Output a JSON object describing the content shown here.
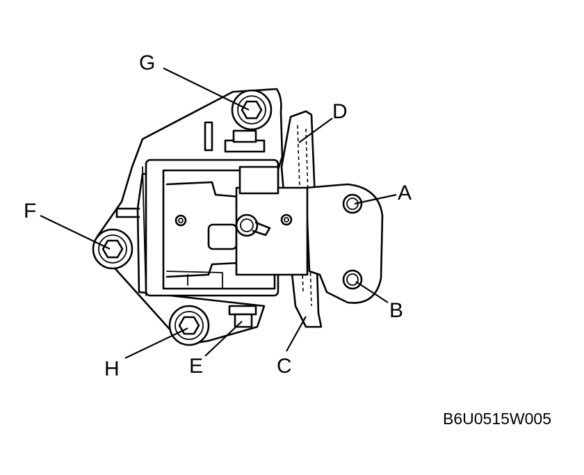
{
  "diagram": {
    "callouts": {
      "a": "A",
      "b": "B",
      "c": "C",
      "d": "D",
      "e": "E",
      "f": "F",
      "g": "G",
      "h": "H"
    },
    "figure_code": "B6U0515W005"
  }
}
